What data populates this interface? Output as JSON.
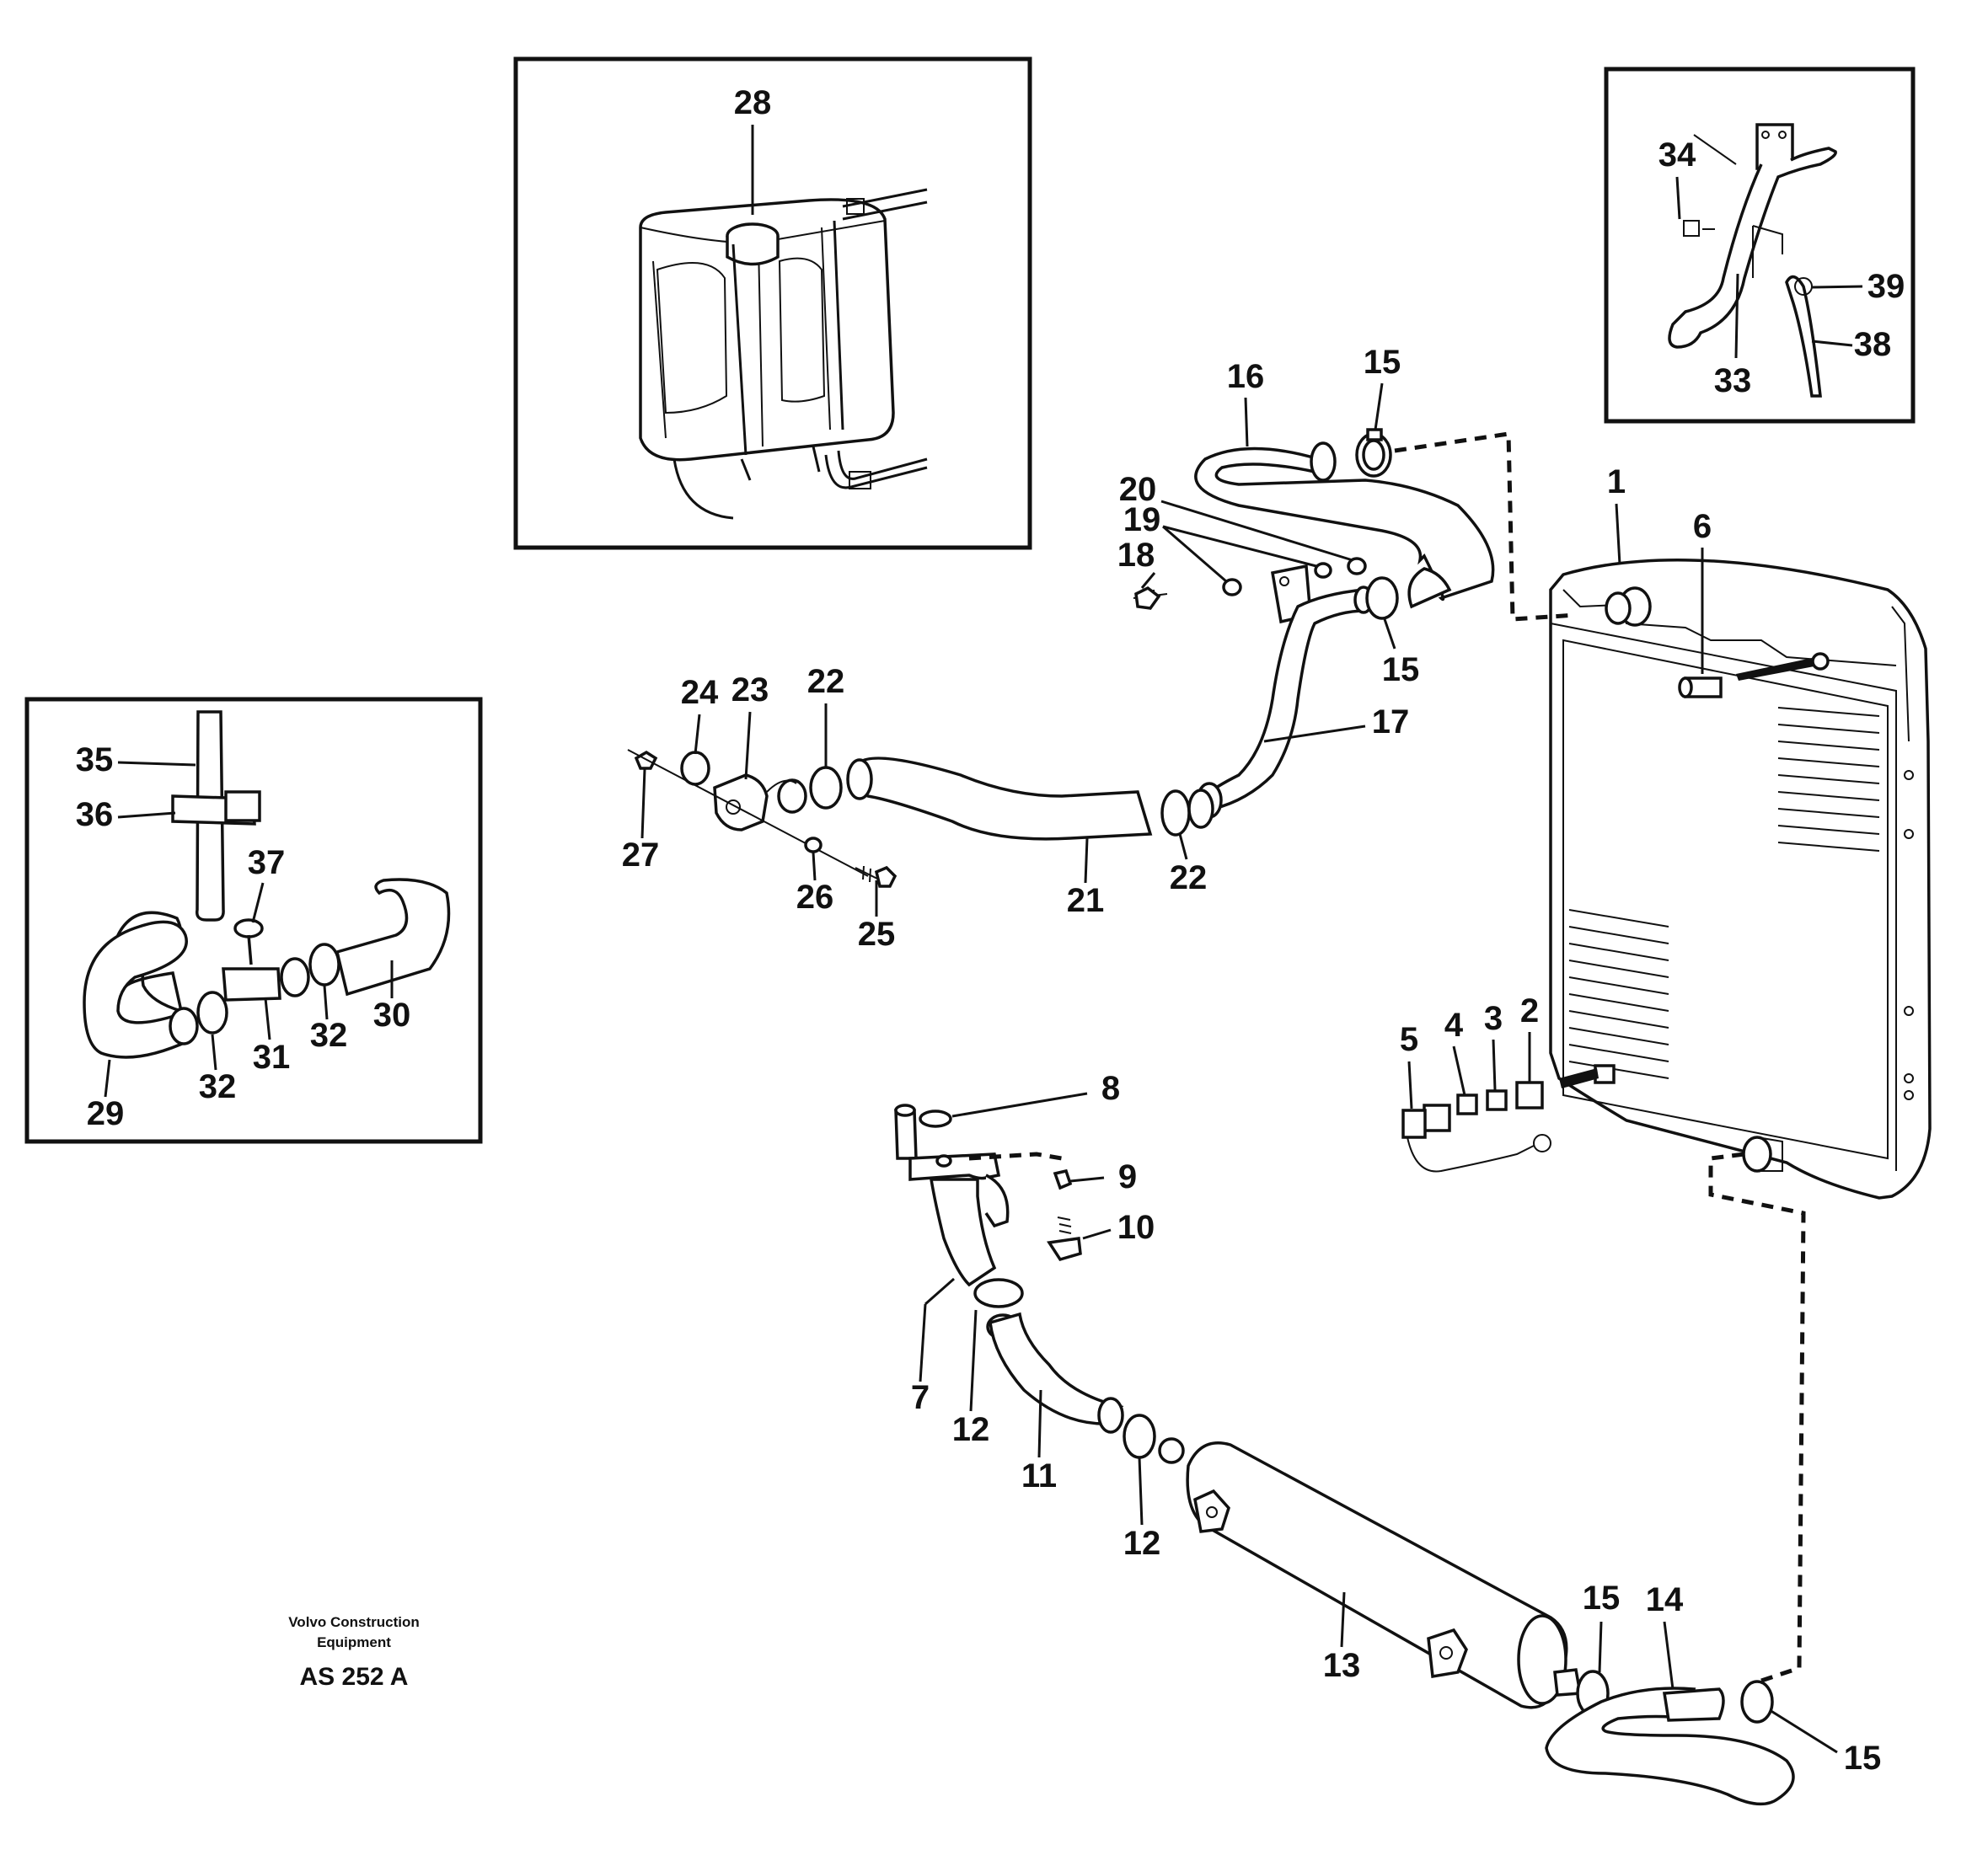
{
  "parts": {
    "p1": "1",
    "p2": "2",
    "p3": "3",
    "p4": "4",
    "p5": "5",
    "p6": "6",
    "p7": "7",
    "p8": "8",
    "p9": "9",
    "p10": "10",
    "p11": "11",
    "p12": "12",
    "p13": "13",
    "p14": "14",
    "p15": "15",
    "p16": "16",
    "p17": "17",
    "p18": "18",
    "p19": "19",
    "p20": "20",
    "p21": "21",
    "p22": "22",
    "p23": "23",
    "p24": "24",
    "p25": "25",
    "p26": "26",
    "p27": "27",
    "p28": "28",
    "p29": "29",
    "p30": "30",
    "p31": "31",
    "p32": "32",
    "p33": "33",
    "p34": "34",
    "p35": "35",
    "p36": "36",
    "p37": "37",
    "p38": "38",
    "p39": "39"
  },
  "caption": {
    "line1": "Volvo Construction",
    "line2": "Equipment",
    "code": "AS 252 A"
  }
}
